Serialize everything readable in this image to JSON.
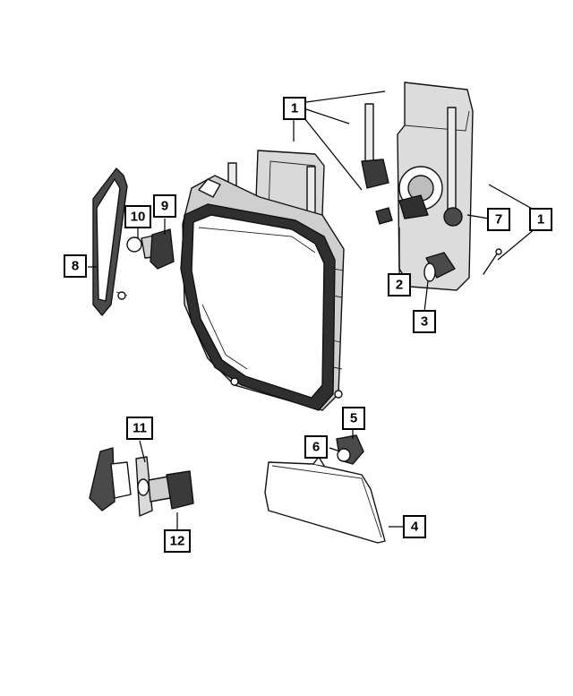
{
  "colors": {
    "line": "#000000",
    "paper": "#ffffff",
    "light_fill": "#d9d9d9",
    "mid_fill": "#a6a6a6",
    "dark_fill": "#3a3a3a"
  },
  "callouts": [
    {
      "id": "c1a",
      "label": "1"
    },
    {
      "id": "c1b",
      "label": "1"
    },
    {
      "id": "c2",
      "label": "2"
    },
    {
      "id": "c3",
      "label": "3"
    },
    {
      "id": "c4",
      "label": "4"
    },
    {
      "id": "c5",
      "label": "5"
    },
    {
      "id": "c6",
      "label": "6"
    },
    {
      "id": "c7",
      "label": "7"
    },
    {
      "id": "c8",
      "label": "8"
    },
    {
      "id": "c9",
      "label": "9"
    },
    {
      "id": "c10",
      "label": "10"
    },
    {
      "id": "c11",
      "label": "11"
    },
    {
      "id": "c12",
      "label": "12"
    }
  ]
}
